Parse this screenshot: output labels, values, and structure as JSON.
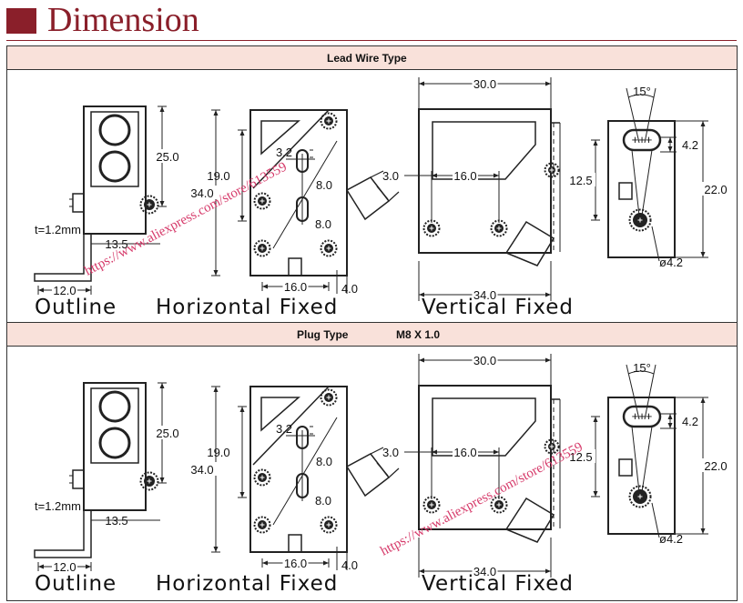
{
  "header": {
    "title": "Dimension",
    "accent": "#8a1f2a"
  },
  "colors": {
    "band": "#f9e1da",
    "line": "#222222",
    "watermark": "#d63a6a"
  },
  "sections": [
    {
      "title": "Lead Wire Type",
      "spec": "",
      "captions": {
        "outline": "Outline",
        "horizontal": "Horizontal Fixed",
        "vertical": "Vertical Fixed"
      },
      "dims": {
        "t": "t=1.2mm",
        "d135": "13.5",
        "d120": "12.0",
        "d250": "25.0",
        "d190": "19.0",
        "d340": "34.0",
        "d32": "3.2",
        "d80": "8.0",
        "d80b": "8.0",
        "d160": "16.0",
        "d40": "4.0",
        "v300": "30.0",
        "v30": "3.0",
        "v160": "16.0",
        "v340": "34.0",
        "a15": "15°",
        "s42": "4.2",
        "s125": "12.5",
        "s220": "22.0",
        "phi": "ø4.2"
      },
      "watermark": "https://www.aliexpress.com/store/613559"
    },
    {
      "title": "Plug Type",
      "spec": "M8 X 1.0",
      "captions": {
        "outline": "Outline",
        "horizontal": "Horizontal Fixed",
        "vertical": "Vertical Fixed"
      },
      "dims": {
        "t": "t=1.2mm",
        "d135": "13.5",
        "d120": "12.0",
        "d250": "25.0",
        "d190": "19.0",
        "d340": "34.0",
        "d32": "3.2",
        "d80": "8.0",
        "d80b": "8.0",
        "d160": "16.0",
        "d40": "4.0",
        "v300": "30.0",
        "v30": "3.0",
        "v160": "16.0",
        "v340": "34.0",
        "a15": "15°",
        "s42": "4.2",
        "s125": "12.5",
        "s220": "22.0",
        "phi": "ø4.2"
      },
      "watermark": "https://www.aliexpress.com/store/613559"
    }
  ]
}
